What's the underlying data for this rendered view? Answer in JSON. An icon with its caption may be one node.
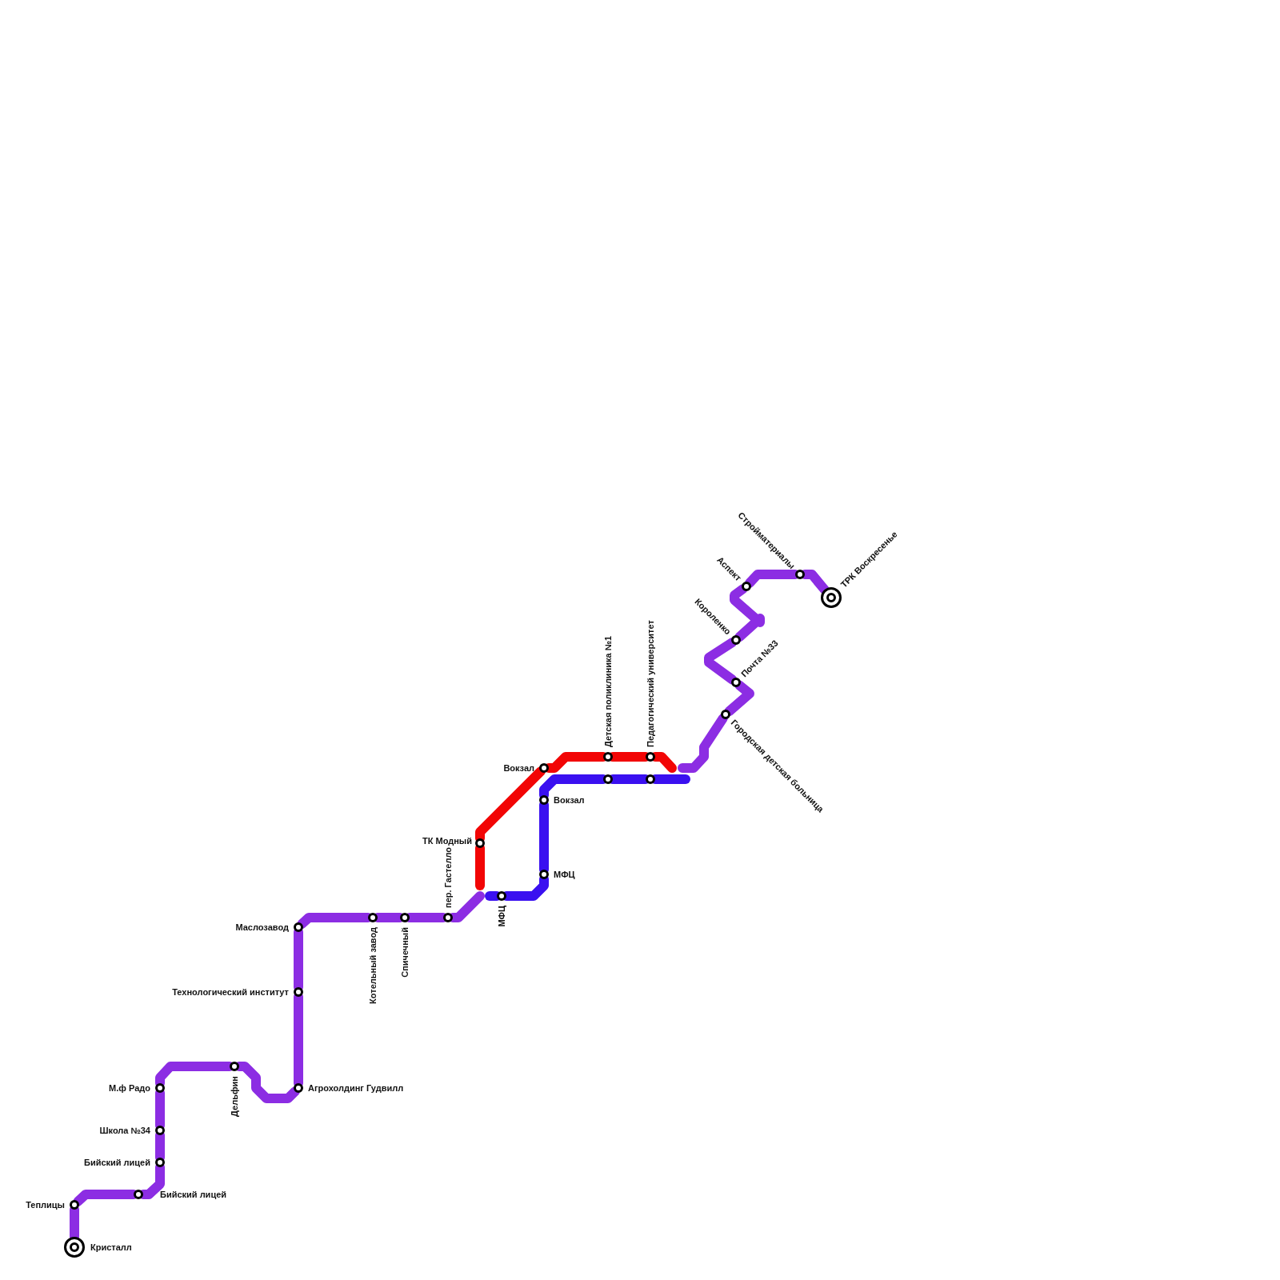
{
  "diagram": {
    "nodes": [
      {
        "text": [
          "Кристалл"
        ]
      },
      {
        "text": [
          "Теплицы"
        ]
      },
      {
        "text": [
          "Бийский лицей"
        ]
      },
      {
        "text": [
          "Бийский лицей"
        ]
      },
      {
        "text": [
          "Школа №34"
        ]
      },
      {
        "text": [
          "М.ф Радо"
        ]
      },
      {
        "text": [
          "Дельфин"
        ]
      },
      {
        "text": [
          "Агрохолдинг Гудвилл"
        ]
      },
      {
        "text": [
          "Технологический институт"
        ]
      },
      {
        "text": [
          "Маслозавод"
        ]
      },
      {
        "text": [
          "Котельный завод"
        ]
      },
      {
        "text": [
          "Спичечный"
        ]
      },
      {
        "text": [
          "пер. Гастелло"
        ]
      },
      {
        "text": [
          "МФЦ"
        ]
      },
      {
        "text": [
          "ТК Модный"
        ]
      },
      {
        "text": [
          "МФЦ"
        ]
      },
      {
        "text": [
          "Вокзал"
        ]
      },
      {
        "text": [
          "Вокзал"
        ]
      },
      {
        "text": [
          "Детская поликлиника №1"
        ]
      },
      {
        "text": [],
        "shape": "circle"
      },
      {
        "text": [
          "Педагогический университет"
        ]
      },
      {
        "text": [],
        "shape": "circle"
      },
      {
        "text": [
          "Городская детская больница"
        ]
      },
      {
        "text": [
          "Почта №33"
        ]
      },
      {
        "text": [
          "Короленко"
        ]
      },
      {
        "text": [
          "Аспект"
        ]
      },
      {
        "text": [
          "Стройматериалы"
        ]
      },
      {
        "text": [
          "ТРК Воскресенье"
        ]
      }
    ],
    "edges": [
      {
        "from": 0,
        "to": 1,
        "arrow": "none"
      },
      {
        "from": 1,
        "to": 2,
        "arrow": "none"
      },
      {
        "from": 2,
        "to": 3,
        "arrow": "none"
      },
      {
        "from": 3,
        "to": 4,
        "arrow": "none"
      },
      {
        "from": 4,
        "to": 5,
        "arrow": "none"
      },
      {
        "from": 5,
        "to": 6,
        "arrow": "none"
      },
      {
        "from": 6,
        "to": 7,
        "arrow": "none"
      },
      {
        "from": 7,
        "to": 8,
        "arrow": "none"
      },
      {
        "from": 8,
        "to": 9,
        "arrow": "none"
      },
      {
        "from": 9,
        "to": 10,
        "arrow": "none"
      },
      {
        "from": 10,
        "to": 11,
        "arrow": "none"
      },
      {
        "from": 11,
        "to": 12,
        "arrow": "none"
      },
      {
        "from": 12,
        "to": null,
        "arrow": "none"
      },
      {
        "from": null,
        "to": 13,
        "arrow": "none",
        "color": "#3a10f0"
      },
      {
        "from": 13,
        "to": 15,
        "arrow": "none",
        "color": "#3a10f0"
      },
      {
        "from": 15,
        "to": 16,
        "arrow": "none",
        "color": "#3a10f0"
      },
      {
        "from": 16,
        "to": 19,
        "arrow": "none",
        "color": "#3a10f0"
      },
      {
        "from": 19,
        "to": 21,
        "arrow": "none",
        "color": "#3a10f0"
      },
      {
        "from": 21,
        "to": null,
        "arrow": "none",
        "color": "#3a10f0"
      },
      {
        "from": null,
        "to": 14,
        "arrow": "none",
        "color": "#f20505"
      },
      {
        "from": 14,
        "to": 17,
        "arrow": "none",
        "color": "#f20505"
      },
      {
        "from": 17,
        "to": 18,
        "arrow": "none",
        "color": "#f20505"
      },
      {
        "from": 18,
        "to": 20,
        "arrow": "none",
        "color": "#f20505"
      },
      {
        "from": 20,
        "to": null,
        "arrow": "none",
        "color": "#f20505"
      },
      {
        "from": null,
        "to": 22,
        "arrow": "none"
      },
      {
        "from": 22,
        "to": 23,
        "arrow": "none"
      },
      {
        "from": 23,
        "to": 24,
        "arrow": "none"
      },
      {
        "from": 24,
        "to": 25,
        "arrow": "none"
      },
      {
        "from": 25,
        "to": 26,
        "arrow": "none"
      },
      {
        "from": 26,
        "to": 27,
        "arrow": "none"
      }
    ]
  }
}
